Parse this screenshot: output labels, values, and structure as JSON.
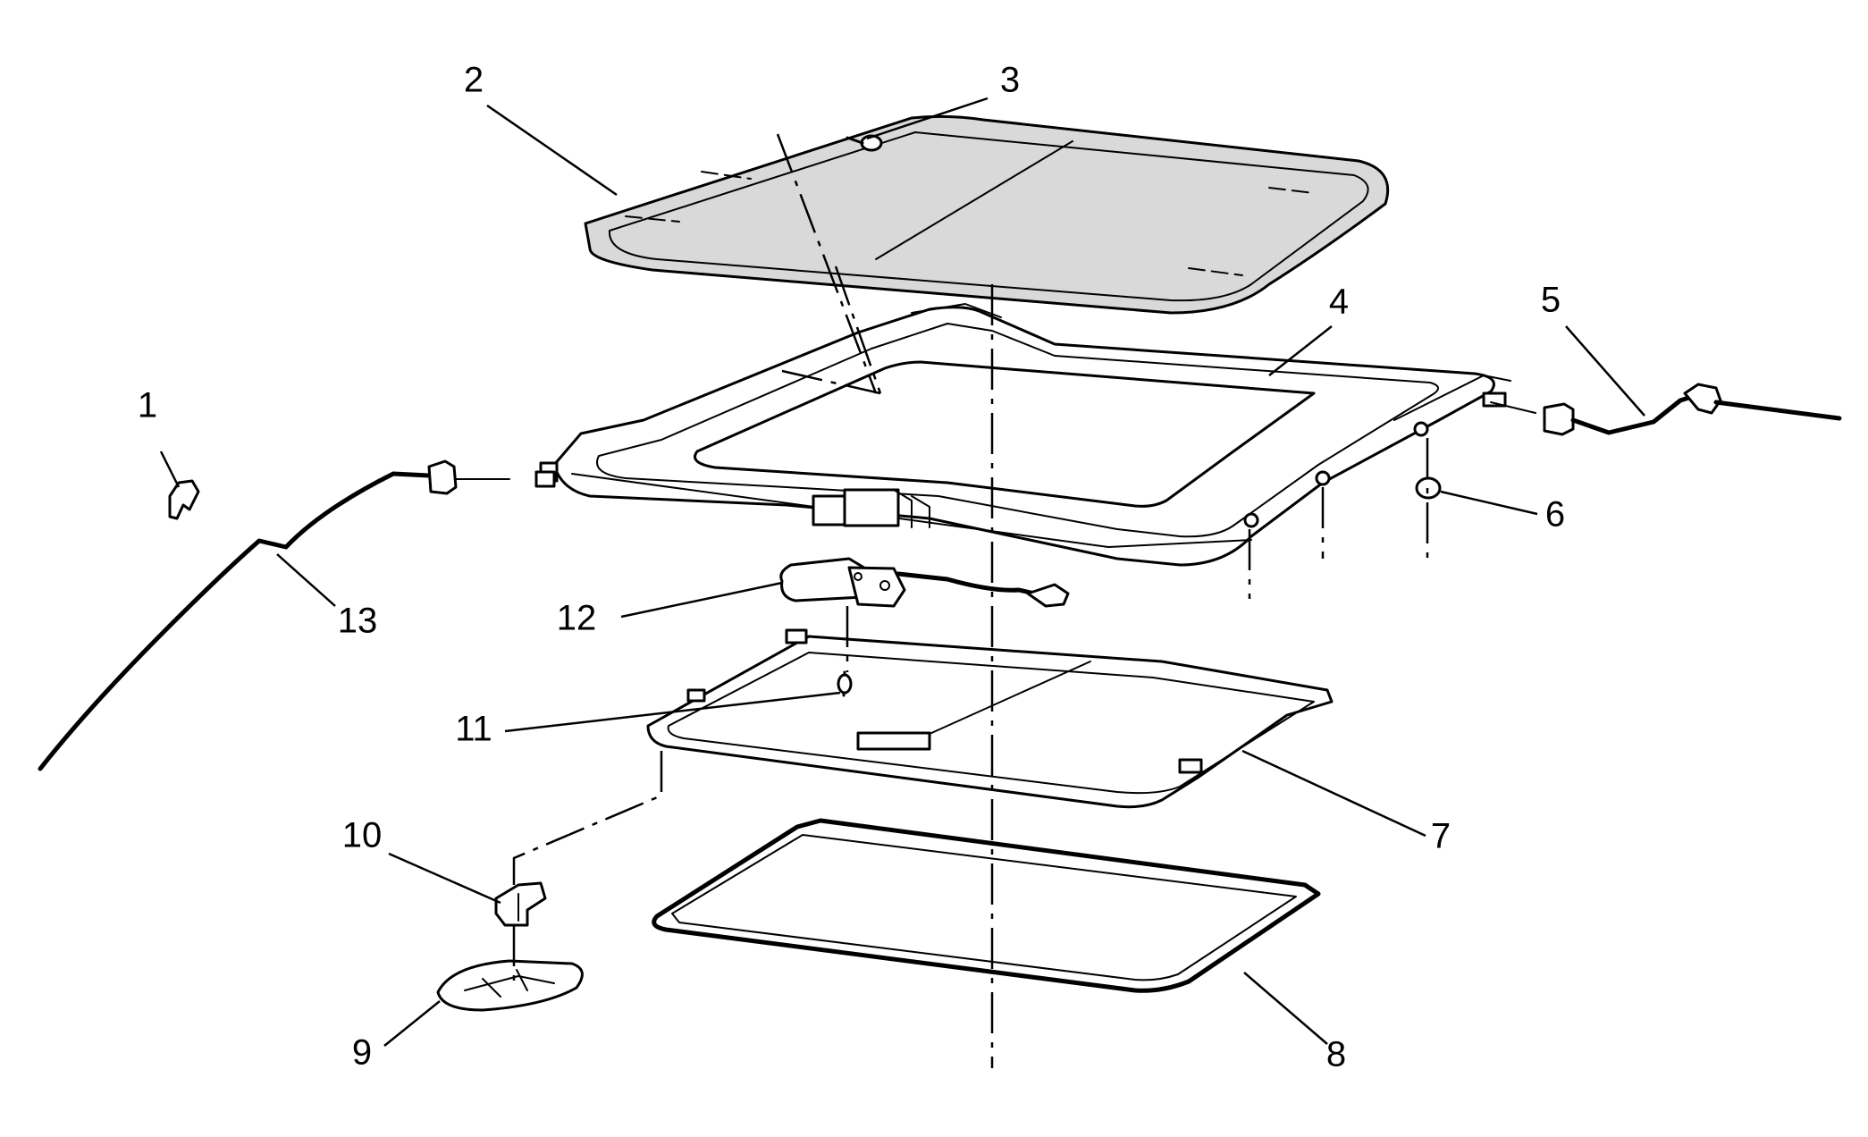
{
  "diagram": {
    "colors": {
      "line": "#000000",
      "glass": "#d9d9d9",
      "background": "#ffffff"
    },
    "callouts": {
      "c1": "1",
      "c2": "2",
      "c3": "3",
      "c4": "4",
      "c5": "5",
      "c6": "6",
      "c7": "7",
      "c8": "8",
      "c9": "9",
      "c10": "10",
      "c11": "11",
      "c12": "12",
      "c13": "13"
    }
  }
}
